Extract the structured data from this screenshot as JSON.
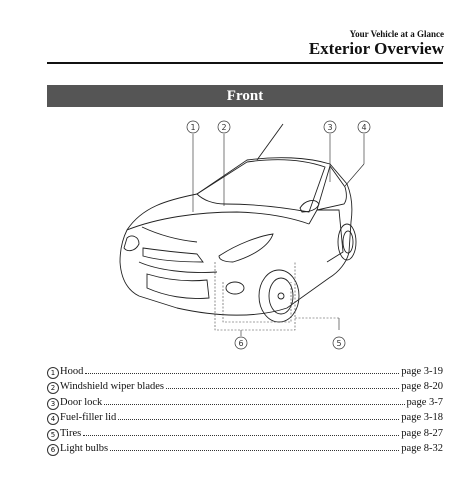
{
  "header": {
    "section": "Your Vehicle at a Glance",
    "title": "Exterior Overview"
  },
  "banner": "Front",
  "callouts": [
    "①",
    "②",
    "③",
    "④",
    "⑤",
    "⑥"
  ],
  "items": [
    {
      "num": "①",
      "label": "Hood",
      "page": "page 3-19"
    },
    {
      "num": "②",
      "label": "Windshield wiper blades",
      "page": "page 8-20"
    },
    {
      "num": "③",
      "label": "Door lock",
      "page": "page 3-7"
    },
    {
      "num": "④",
      "label": "Fuel-filler lid",
      "page": "page 3-18"
    },
    {
      "num": "⑤",
      "label": "Tires",
      "page": "page 8-27"
    },
    {
      "num": "⑥",
      "label": "Light bulbs",
      "page": "page 8-32"
    }
  ]
}
